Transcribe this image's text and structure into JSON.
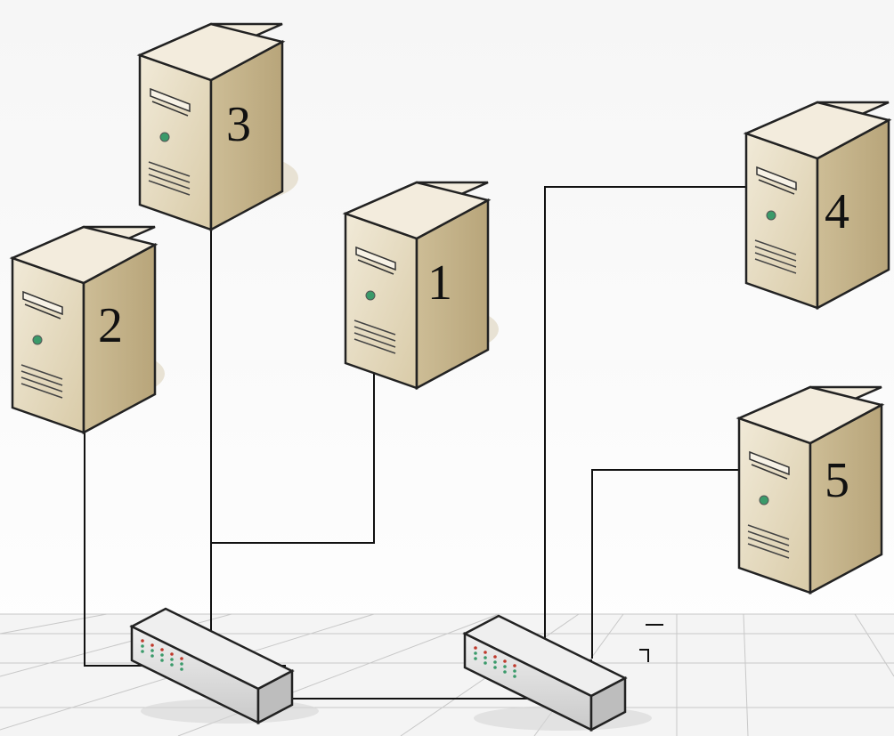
{
  "servers": [
    {
      "id": "srv1",
      "label": "1"
    },
    {
      "id": "srv2",
      "label": "2"
    },
    {
      "id": "srv3",
      "label": "3"
    },
    {
      "id": "srv4",
      "label": "4"
    },
    {
      "id": "srv5",
      "label": "5"
    }
  ],
  "switches": [
    {
      "id": "sw-left"
    },
    {
      "id": "sw-right"
    }
  ],
  "colors": {
    "server_front": "#e6dcc4",
    "server_side": "#c7b690",
    "server_top": "#f3ecdd",
    "switch_body": "#dcdcdc",
    "floor": "#f2f2f2",
    "led": "#3a9a6a"
  }
}
